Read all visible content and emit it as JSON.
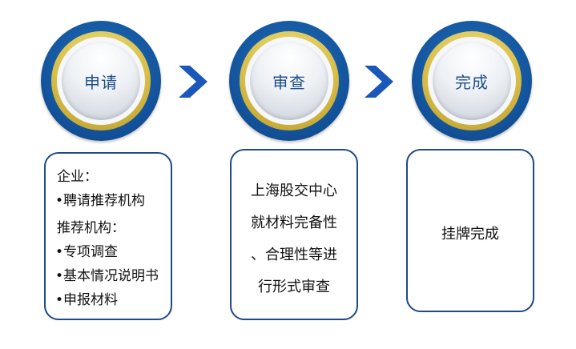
{
  "steps": [
    {
      "label": "申请"
    },
    {
      "label": "审查"
    },
    {
      "label": "完成"
    }
  ],
  "boxes": {
    "apply": {
      "enterprise_heading": "企业：",
      "enterprise_item": "•聘请推荐机构",
      "sponsor_heading": "推荐机构：",
      "sponsor_items": [
        "•专项调查",
        "•基本情况说明书",
        "•申报材料"
      ]
    },
    "review": {
      "lines": [
        "上海股交中心",
        "就材料完备性",
        "、合理性等进",
        "行形式审查"
      ]
    },
    "complete": {
      "text": "挂牌完成"
    }
  },
  "colors": {
    "circle_blue": "#1456a0",
    "ring_gold": "#d8bf48",
    "arrow_blue": "#1a57b8",
    "box_border": "#1e4a86",
    "label_text": "#1d4f8c"
  },
  "icons": {
    "arrow": "chevron-right-icon"
  }
}
